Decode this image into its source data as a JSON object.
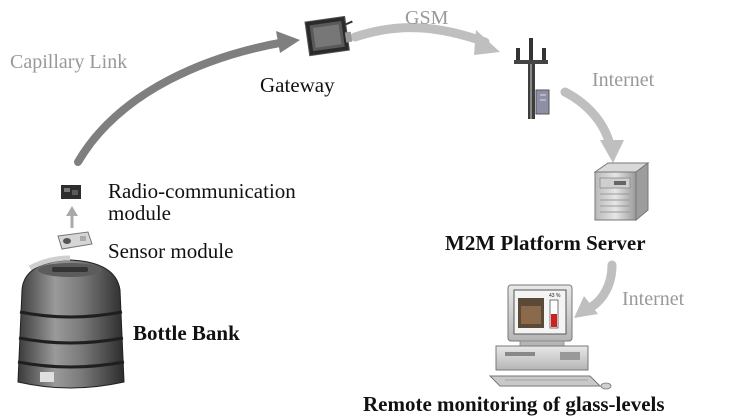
{
  "labels": {
    "capillary_link": "Capillary Link",
    "gateway": "Gateway",
    "gsm": "GSM",
    "internet_top": "Internet",
    "radio_module_line1": "Radio-communication",
    "radio_module_line2": "module",
    "sensor_module": "Sensor module",
    "m2m_server": "M2M Platform Server",
    "internet_bottom": "Internet",
    "bottle_bank": "Bottle Bank",
    "remote_monitoring": "Remote monitoring of glass-levels"
  },
  "monitor_screen": {
    "level_text": "43 %"
  },
  "colors": {
    "arrow_dark": "#7f7f7f",
    "arrow_light": "#bfbfbf",
    "label_gray": "#999999",
    "label_black": "#111111"
  },
  "icons": [
    "gateway-device-icon",
    "antenna-tower-icon",
    "server-icon",
    "computer-monitor-icon",
    "radio-module-icon",
    "sensor-module-icon",
    "bottle-bank-icon"
  ]
}
